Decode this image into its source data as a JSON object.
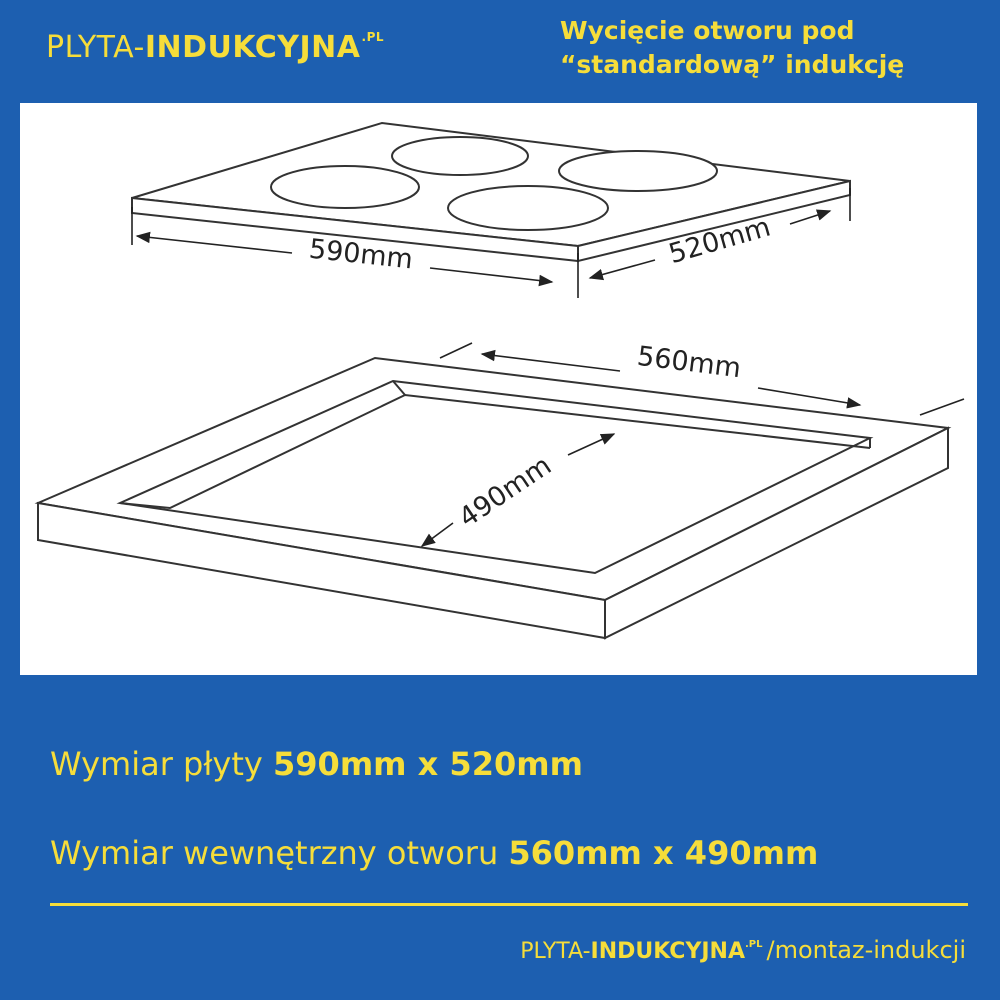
{
  "header": {
    "logo": {
      "plain": "PLYTA-",
      "bold": "INDUKCYJNA",
      "tld": ".PL"
    },
    "title_line1": "Wycięcie otworu pod",
    "title_line2": "“standardową” indukcję"
  },
  "diagram": {
    "hob_width_label": "590mm",
    "hob_depth_label": "520mm",
    "cutout_width_label": "560mm",
    "cutout_depth_label": "490mm"
  },
  "dimensions": {
    "hob_label": "Wymiar płyty",
    "hob_value": "590mm x 520mm",
    "cutout_label": "Wymiar wewnętrzny otworu",
    "cutout_value": "560mm x 490mm"
  },
  "footer": {
    "logo": {
      "plain": "PLYTA-",
      "bold": "INDUKCYJNA",
      "tld": ".PL"
    },
    "path": "/montaz-indukcji"
  },
  "colors": {
    "background": "#1d5fb0",
    "accent": "#f6dd3a",
    "diagram_bg": "#ffffff",
    "line": "#222222"
  }
}
